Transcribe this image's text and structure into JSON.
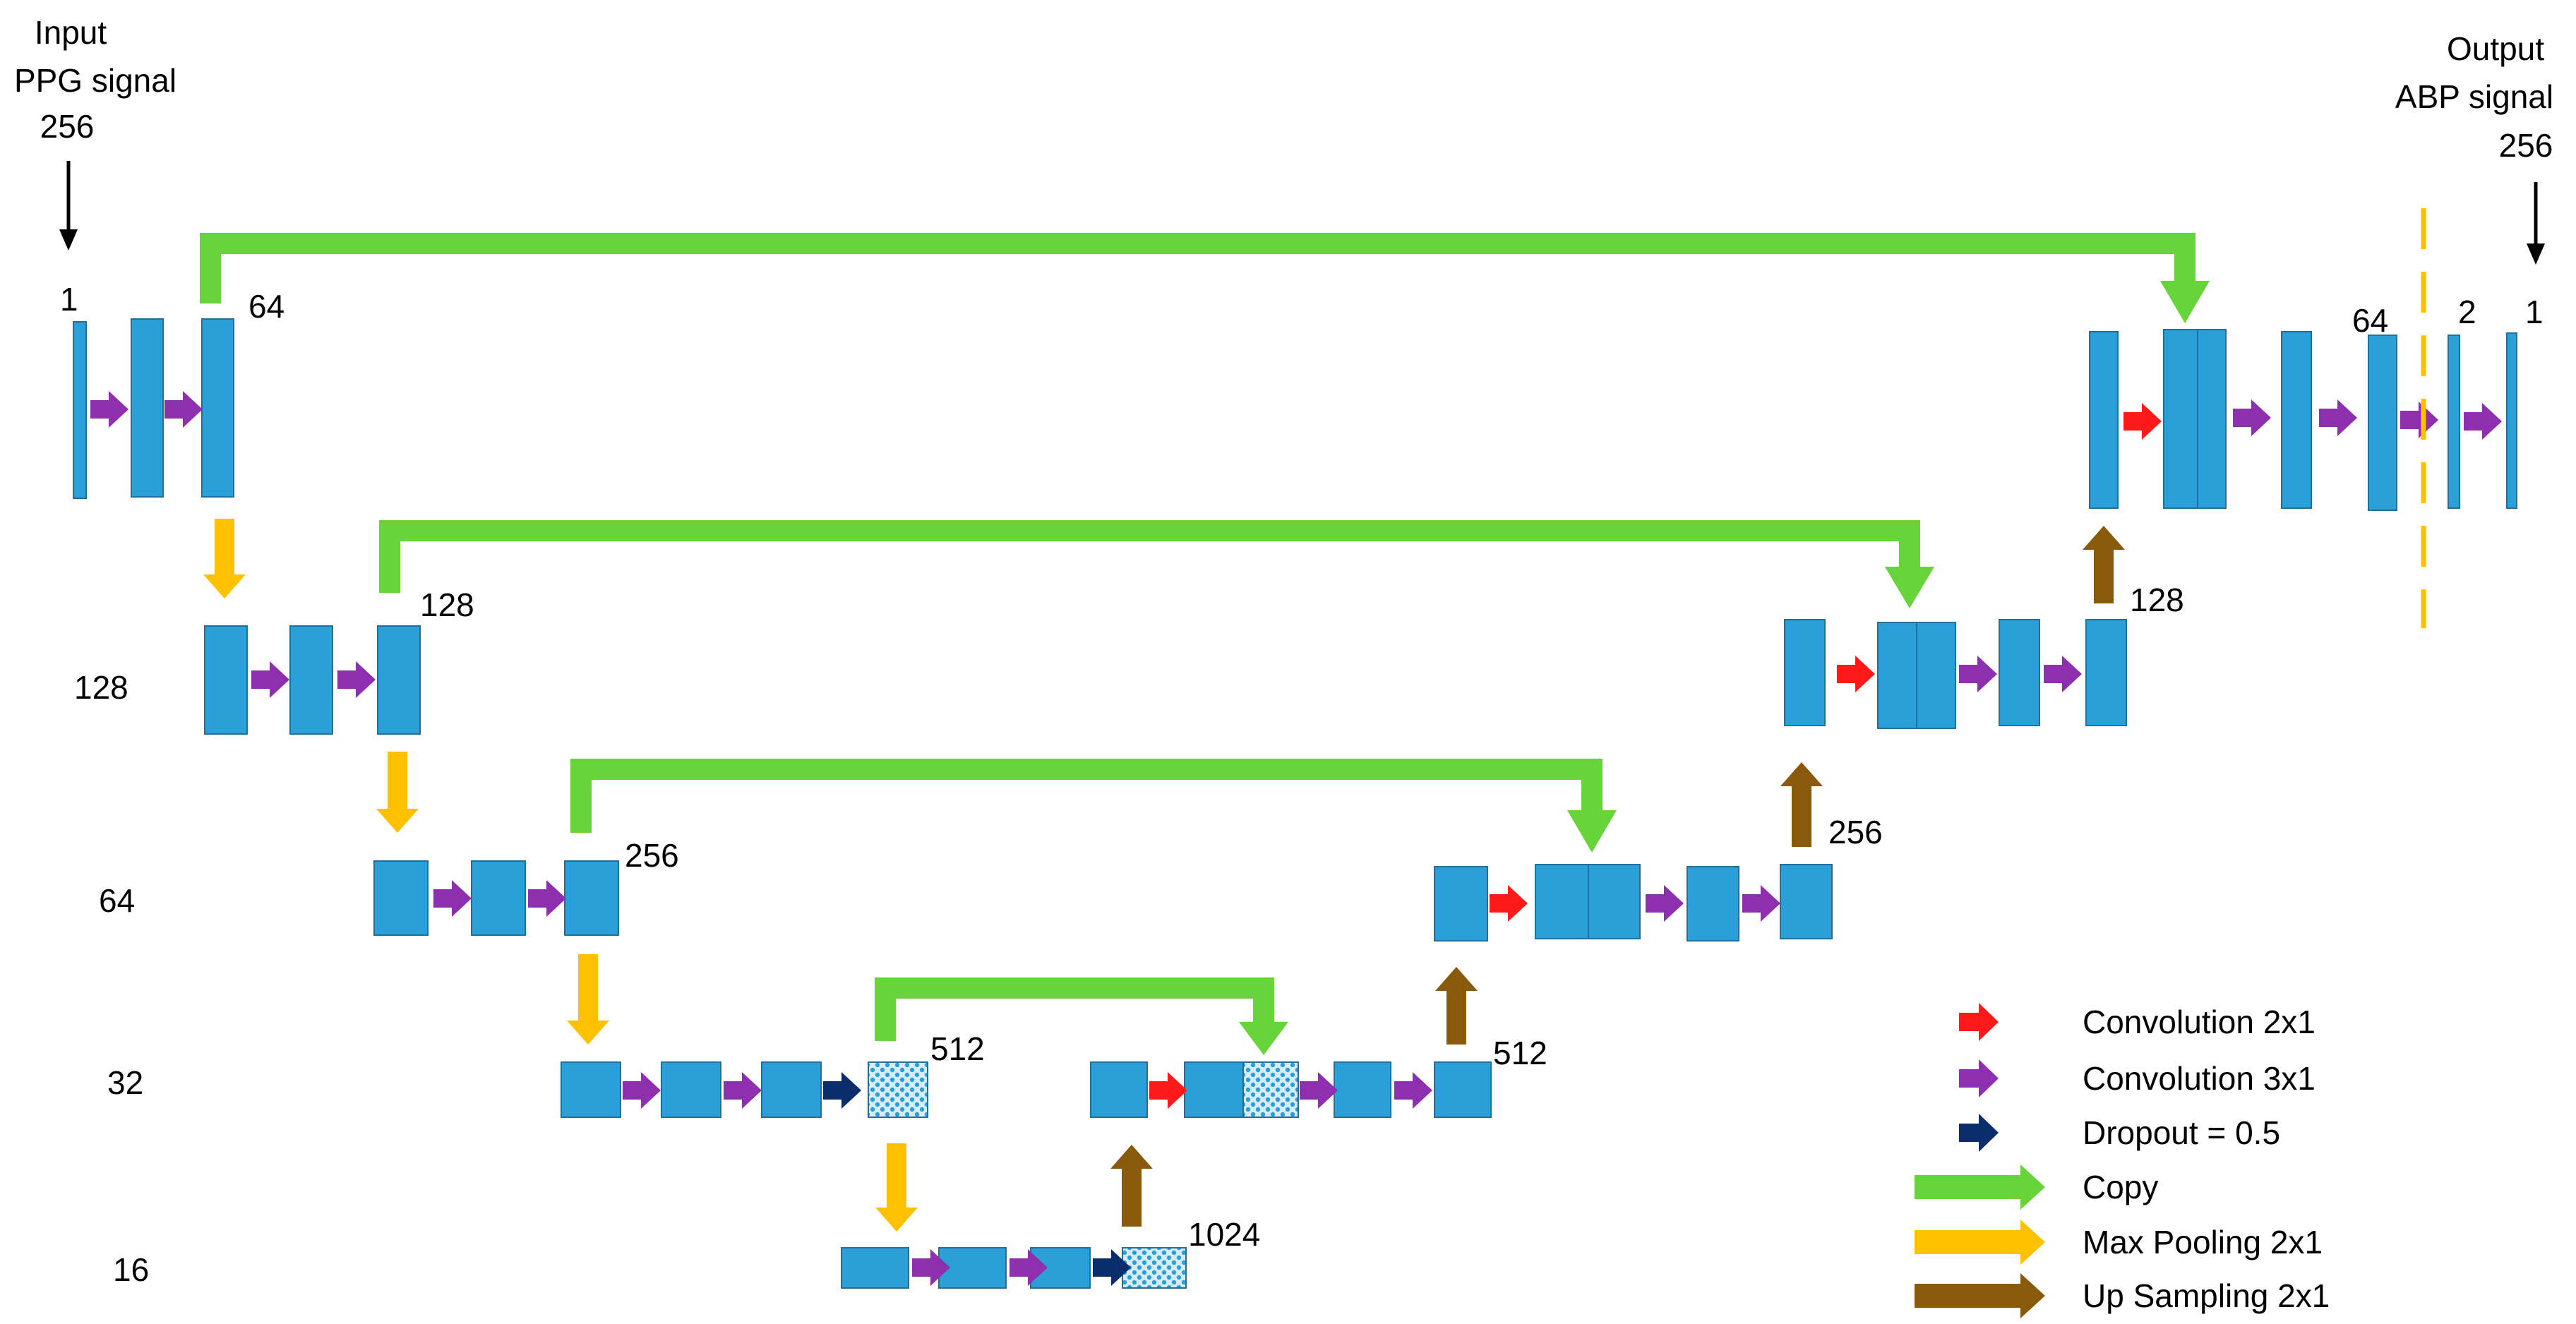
{
  "input_label": {
    "line1": "Input",
    "line2": "PPG signal",
    "line3": "256"
  },
  "output_label": {
    "line1": "Output",
    "line2": "ABP signal",
    "line3": "256"
  },
  "level_labels": [
    "128",
    "64",
    "32",
    "16"
  ],
  "channel_labels": {
    "in_1": "1",
    "enc1": "64",
    "enc2": "128",
    "enc3": "256",
    "enc4": "512",
    "bottleneck": "1024",
    "dec4": "512",
    "dec3": "256",
    "dec2": "128",
    "dec1": "64",
    "out_2": "2",
    "out_1": "1"
  },
  "legend": [
    {
      "label": "Convolution 2x1",
      "color": "#ff1a1a",
      "kind": "conv2"
    },
    {
      "label": "Convolution 3x1",
      "color": "#8e2fb0",
      "kind": "conv3"
    },
    {
      "label": "Dropout = 0.5",
      "color": "#0b2d6b",
      "kind": "dropout"
    },
    {
      "label": "Copy",
      "color": "#66d43a",
      "kind": "copy"
    },
    {
      "label": "Max Pooling 2x1",
      "color": "#ffc000",
      "kind": "pool"
    },
    {
      "label": "Up Sampling 2x1",
      "color": "#8a5a0c",
      "kind": "up"
    }
  ],
  "colors": {
    "block": "#2a9fd8",
    "conv2": "#ff1a1a",
    "conv3": "#8e2fb0",
    "dropout": "#0b2d6b",
    "copy": "#66d43a",
    "pool": "#ffc000",
    "up": "#8a5a0c",
    "divider": "#ffc000"
  }
}
